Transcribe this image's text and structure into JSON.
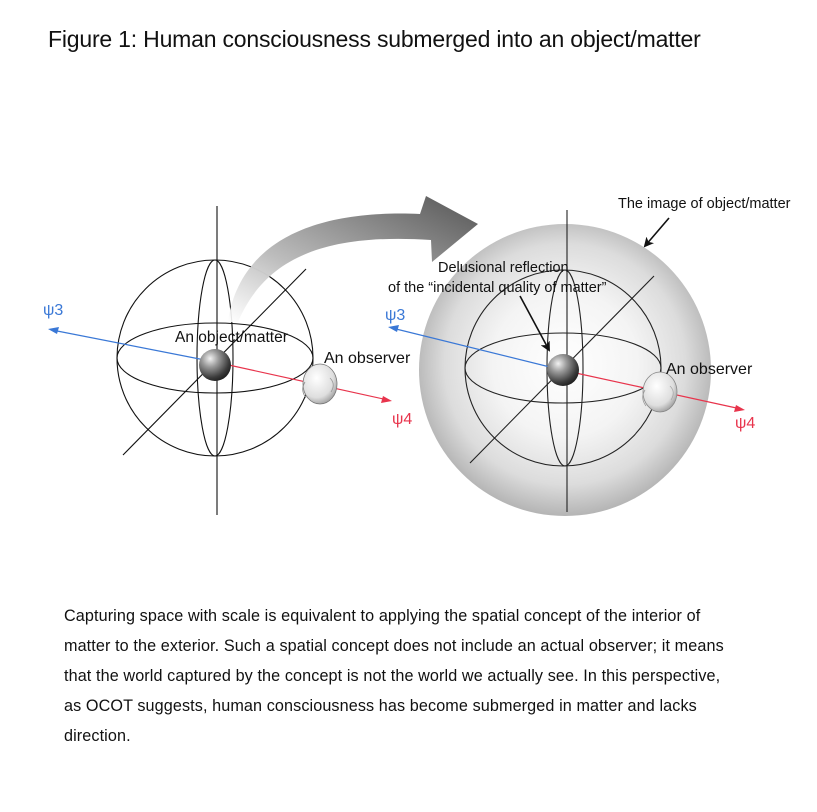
{
  "title": "Figure 1: Human consciousness submerged into an object/matter",
  "labels": {
    "left_psi3": "ψ3",
    "left_psi4": "ψ4",
    "left_object": "An object/matter",
    "left_observer": "An observer",
    "image_label": "The image of object/matter",
    "delusional_line1": "Delusional reflection",
    "delusional_line2": "of the “incidental quality of matter”",
    "right_psi3": "ψ3",
    "right_psi4": "ψ4",
    "right_observer": "An observer"
  },
  "colors": {
    "psi3": "#3a78d6",
    "psi4": "#e8344c",
    "lines": "#111111",
    "arrow": "#6a6a6a"
  },
  "icons": {
    "observer": "observer-head-icon",
    "object": "object-sphere-icon"
  },
  "caption": [
    "Capturing space with scale is equivalent to applying the spatial concept of the interior of",
    "matter to the exterior. Such a spatial concept does not include an actual observer; it means",
    "that the world captured by the concept is not the world we actually see. In this perspective,",
    "as OCOT suggests, human consciousness has become submerged in matter and lacks",
    "direction."
  ]
}
